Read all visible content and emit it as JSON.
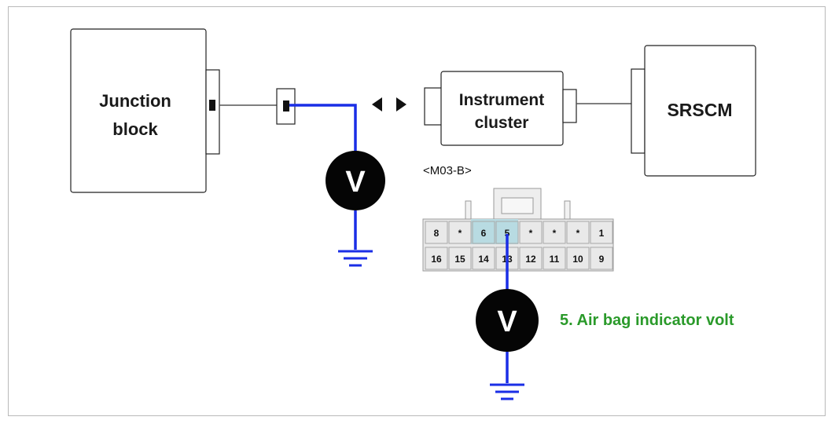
{
  "diagram": {
    "junction_block": {
      "line1": "Junction",
      "line2": "block"
    },
    "instrument_cluster": {
      "line1": "Instrument",
      "line2": "cluster"
    },
    "srscm": "SRSCM",
    "connector_id": "<M03-B>",
    "meter_symbol": "V",
    "test_label": "5. Air bag indicator volt",
    "connector_pins": {
      "top_row": [
        "8",
        "*",
        "6",
        "5",
        "*",
        "*",
        "*",
        "1"
      ],
      "bottom_row": [
        "16",
        "15",
        "14",
        "13",
        "12",
        "11",
        "10",
        "9"
      ]
    },
    "colors": {
      "wire_blue": "#1a2ee6",
      "label_green": "#2a9a2a",
      "highlight_pin": "#b8dbe2",
      "connector_gray": "#e9e9e9"
    }
  }
}
